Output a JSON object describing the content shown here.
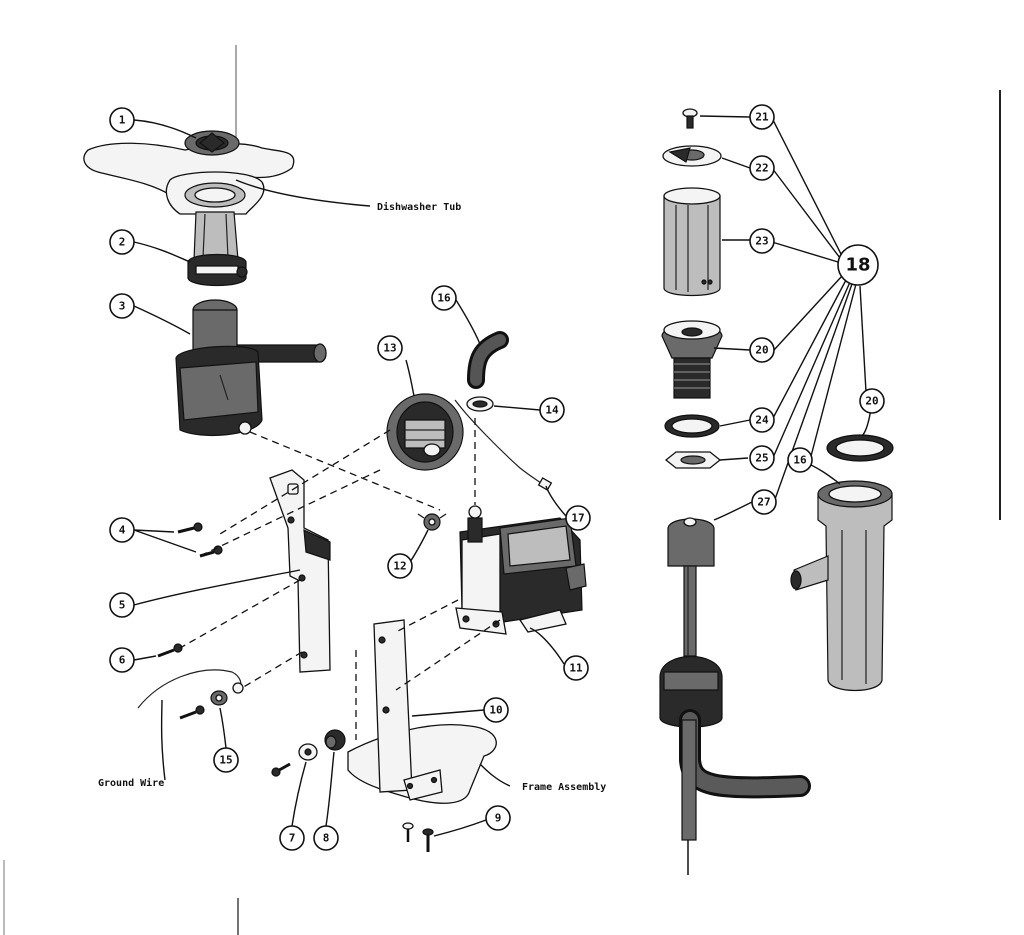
{
  "labels": {
    "dishwasher_tub": "Dishwasher Tub",
    "ground_wire": "Ground Wire",
    "frame_assembly": "Frame Assembly"
  },
  "parts": {
    "p1": "1",
    "p2": "2",
    "p3": "3",
    "p4": "4",
    "p5": "5",
    "p6": "6",
    "p7": "7",
    "p8": "8",
    "p9": "9",
    "p10": "10",
    "p11": "11",
    "p12": "12",
    "p13": "13",
    "p14": "14",
    "p15": "15",
    "p16a": "16",
    "p16b": "16",
    "p17": "17",
    "p18": "18",
    "p20a": "20",
    "p20b": "20",
    "p21": "21",
    "p22": "22",
    "p23": "23",
    "p24": "24",
    "p25": "25",
    "p27": "27"
  }
}
